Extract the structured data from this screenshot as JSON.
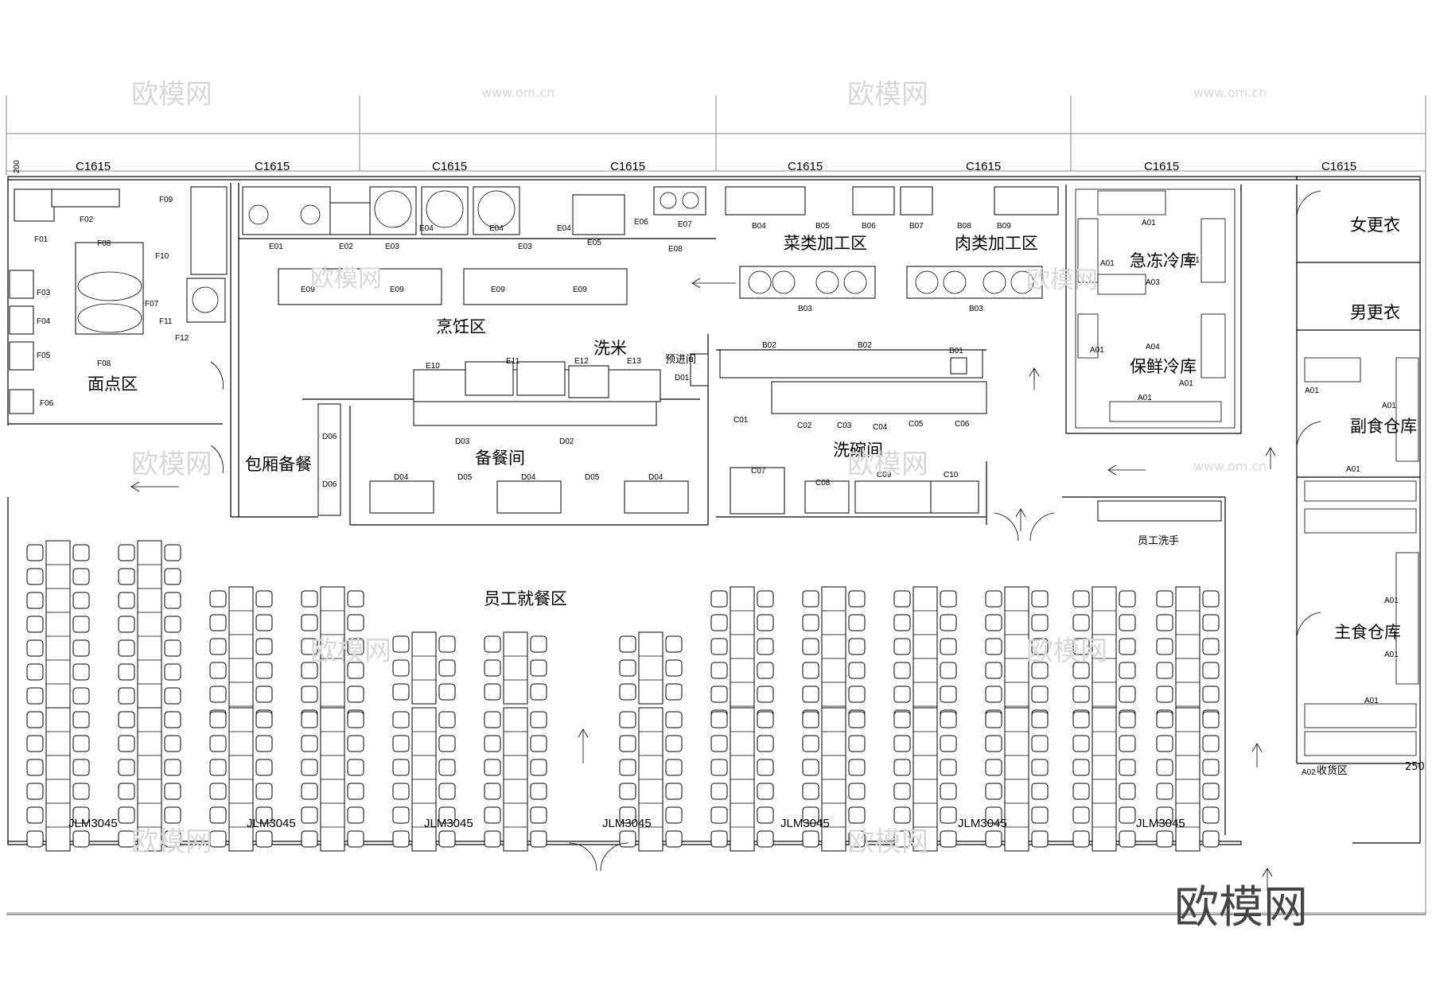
{
  "rooms": {
    "pastry": "面点区",
    "cooking": "烹饪区",
    "rice_wash": "洗米",
    "pre_room": "预进间",
    "veg_processing": "菜类加工区",
    "meat_processing": "肉类加工区",
    "quick_freeze": "急冻冷库",
    "fresh_cold": "保鲜冷库",
    "female_locker": "女更衣",
    "male_locker": "男更衣",
    "side_food_store": "副食仓库",
    "staple_store": "主食仓库",
    "private_prep": "包厢备餐",
    "serving_prep": "备餐间",
    "dishwashing": "洗碗间",
    "staff_dining": "员工就餐区",
    "staff_handwash": "员工洗手",
    "receiving": "收货区"
  },
  "windows": {
    "top": "C1615",
    "bottom": "JLM3045"
  },
  "dimensions": {
    "left_top": "200",
    "right_bottom": "250"
  },
  "equipment": {
    "F01": "F01",
    "F02": "F02",
    "F03": "F03",
    "F04": "F04",
    "F05": "F05",
    "F06": "F06",
    "F07": "F07",
    "F08": "F08",
    "F09": "F09",
    "F10": "F10",
    "F11": "F11",
    "F12": "F12",
    "E01": "E01",
    "E02": "E02",
    "E03": "E03",
    "E04": "E04",
    "E05": "E05",
    "E06": "E06",
    "E07": "E07",
    "E08": "E08",
    "E09": "E09",
    "E10": "E10",
    "E11": "E11",
    "E12": "E12",
    "E13": "E13",
    "C01": "C01",
    "C02": "C02",
    "C03": "C03",
    "C04": "C04",
    "C05": "C05",
    "C06": "C06",
    "C07": "C07",
    "C08": "C08",
    "C09": "C09",
    "C10": "C10",
    "B01": "B01",
    "B02": "B02",
    "B03": "B03",
    "B04": "B04",
    "B05": "B05",
    "B06": "B06",
    "B07": "B07",
    "B08": "B08",
    "B09": "B09",
    "D01": "D01",
    "D02": "D02",
    "D03": "D03",
    "D04": "D04",
    "D05": "D05",
    "D06": "D06",
    "A01": "A01",
    "A02": "A02",
    "A03": "A03",
    "A04": "A04"
  },
  "watermarks": {
    "logo": "欧模网",
    "url": "www.om.cn"
  },
  "brand_mark": "欧模网"
}
